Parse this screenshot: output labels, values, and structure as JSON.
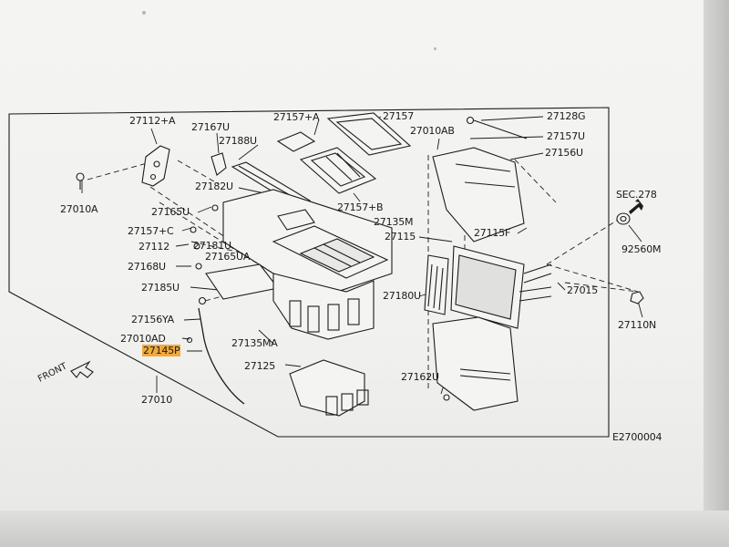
{
  "diagram_code": "E2700004",
  "front_label": "FRONT",
  "section_ref": "SEC.278",
  "highlighted_part": "27145P",
  "highlight_color": "#f2a93a",
  "parts": {
    "p27112A": "27112+A",
    "p27167U": "27167U",
    "p27157A": "27157+A",
    "p27157": "27157",
    "p27128G": "27128G",
    "p27010AB": "27010AB",
    "p27157U": "27157U",
    "p27188U": "27188U",
    "p27156U": "27156U",
    "p27010A": "27010A",
    "p27182U": "27182U",
    "p27157B": "27157+B",
    "p27165U": "27165U",
    "p27135M": "27135M",
    "p27157C": "27157+C",
    "p27115": "27115",
    "p27115F": "27115F",
    "p27112": "27112",
    "p27181U": "27181U",
    "p27165UA": "27165UA",
    "p27168U": "27168U",
    "p27180U": "27180U",
    "p27015": "27015",
    "p27185U": "27185U",
    "p27156YA": "27156YA",
    "p27010AD": "27010AD",
    "p27145P": "27145P",
    "p27135MA": "27135MA",
    "p27125": "27125",
    "p27162U": "27162U",
    "p27010": "27010",
    "p92560M": "92560M",
    "p27110N": "27110N"
  }
}
